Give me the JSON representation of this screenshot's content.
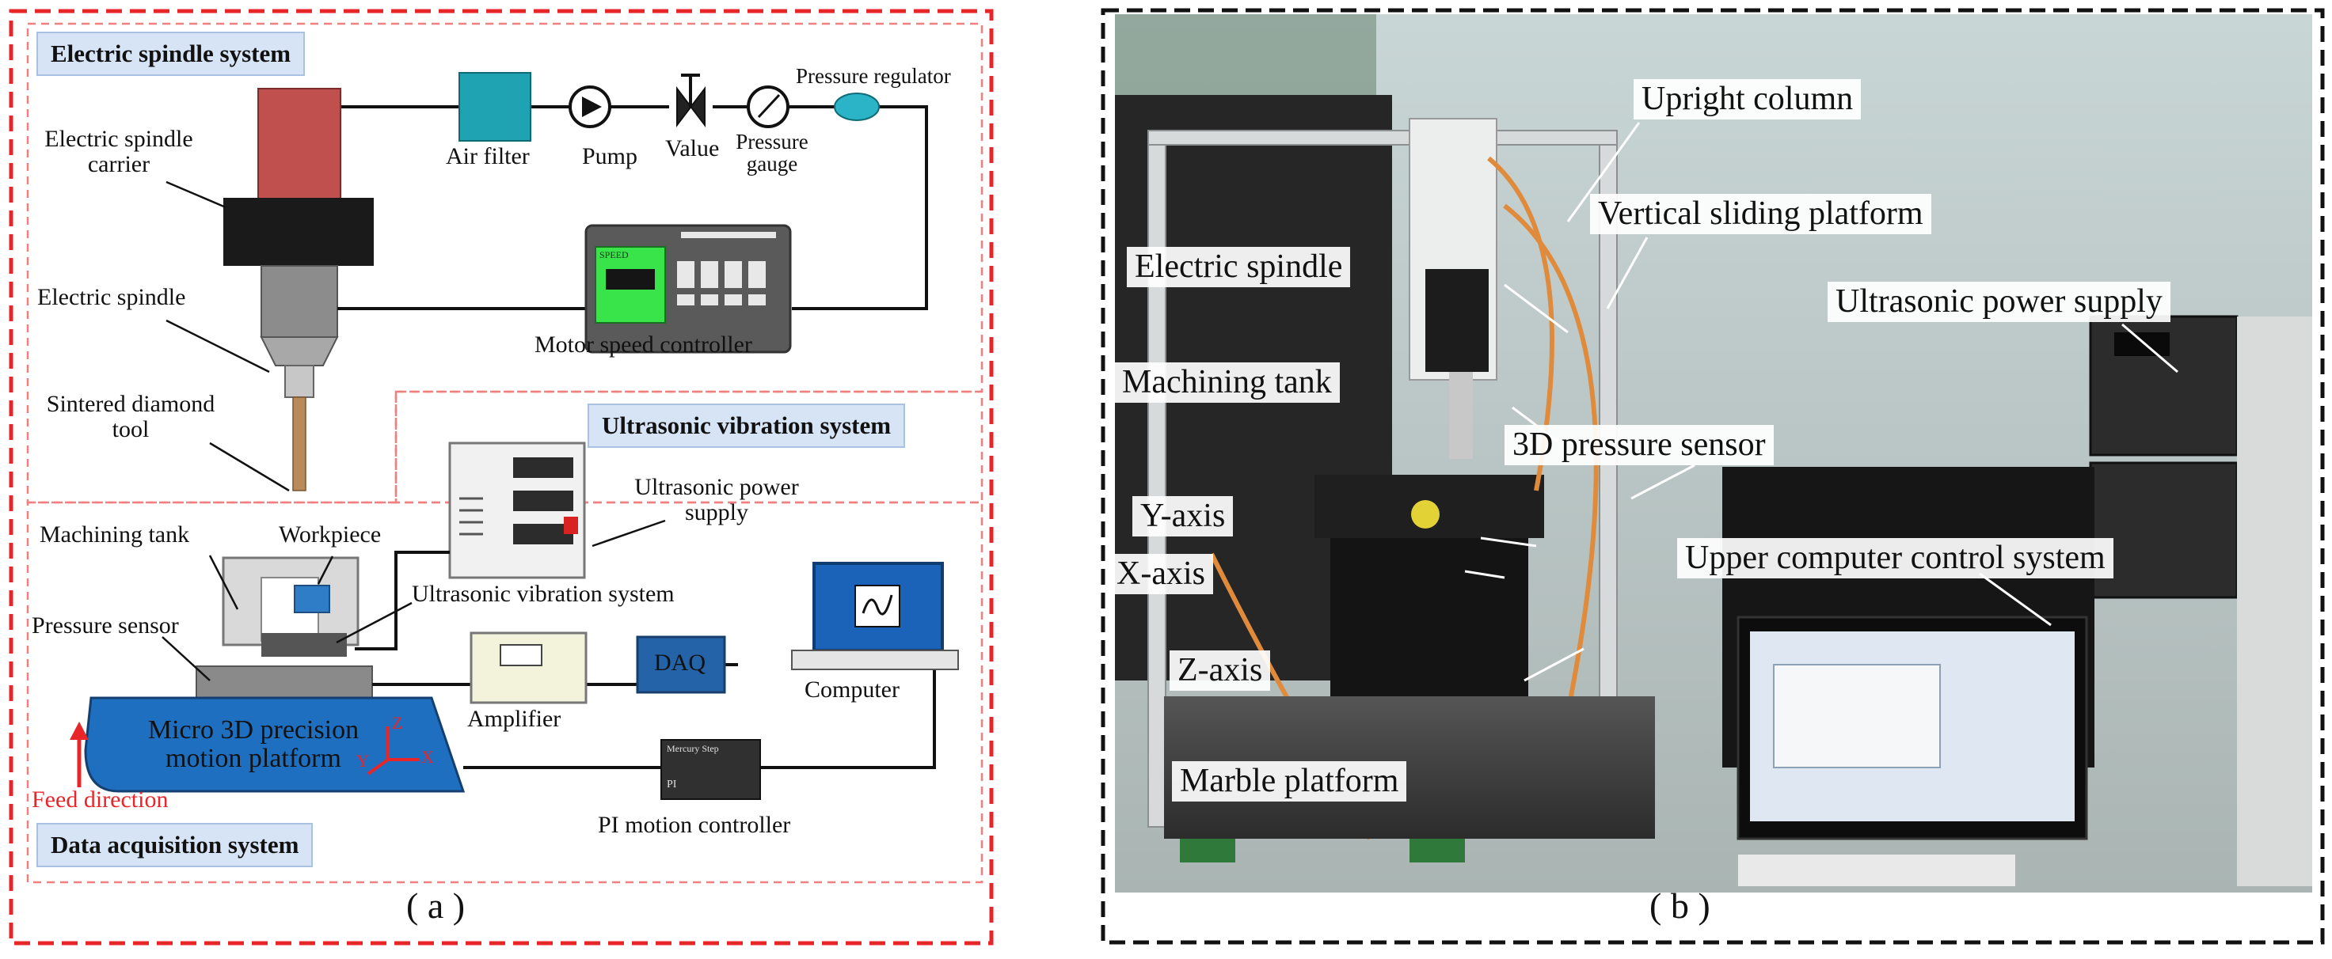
{
  "panel_a": {
    "sections": {
      "electric_spindle_system": "Electric spindle system",
      "ultrasonic_vibration_system": "Ultrasonic vibration system",
      "data_acquisition_system": "Data acquisition system"
    },
    "labels": {
      "electric_spindle_carrier_1": "Electric spindle",
      "electric_spindle_carrier_2": "carrier",
      "air_filter": "Air filter",
      "pump": "Pump",
      "value": "Value",
      "pressure_gauge_1": "Pressure",
      "pressure_gauge_2": "gauge",
      "pressure_regulator": "Pressure regulator",
      "electric_spindle": "Electric spindle",
      "motor_speed_controller": "Motor speed controller",
      "sintered_tool_1": "Sintered diamond",
      "sintered_tool_2": "tool",
      "ultrasonic_power_supply_1": "Ultrasonic power",
      "ultrasonic_power_supply_2": "supply",
      "machining_tank": "Machining tank",
      "workpiece": "Workpiece",
      "ultrasonic_vibration_system_label": "Ultrasonic vibration system",
      "pressure_sensor": "Pressure sensor",
      "amplifier": "Amplifier",
      "daq": "DAQ",
      "computer": "Computer",
      "motion_platform_1": "Micro 3D precision",
      "motion_platform_2": "motion platform",
      "feed_direction": "Feed direction",
      "pi_motion_controller": "PI motion controller",
      "axis_z": "Z",
      "axis_y": "Y",
      "axis_x": "X",
      "controller_text_1": "Mercury Step",
      "controller_text_2": "PI",
      "speed_display": "SPEED"
    },
    "caption": "( a )"
  },
  "panel_b": {
    "labels": {
      "upright_column": "Upright column",
      "vertical_sliding_platform": "Vertical sliding platform",
      "electric_spindle": "Electric spindle",
      "ultrasonic_power_supply": "Ultrasonic power supply",
      "machining_tank": "Machining tank",
      "pressure_sensor_3d": "3D pressure sensor",
      "y_axis": "Y-axis",
      "x_axis": "X-axis",
      "upper_computer": "Upper computer control system",
      "z_axis": "Z-axis",
      "marble_platform": "Marble platform"
    },
    "caption": "( b )"
  },
  "colors": {
    "red_dash": "#e8262a",
    "black_dash": "#111111",
    "section_fill": "#d6e4f5",
    "air_filter": "#1fa3b3",
    "spindle_red": "#c0504d",
    "lcd_green": "#39e34a",
    "daq_blue": "#2463a8",
    "platform_blue": "#1f6fc1",
    "computer_blue": "#1b63b8"
  }
}
